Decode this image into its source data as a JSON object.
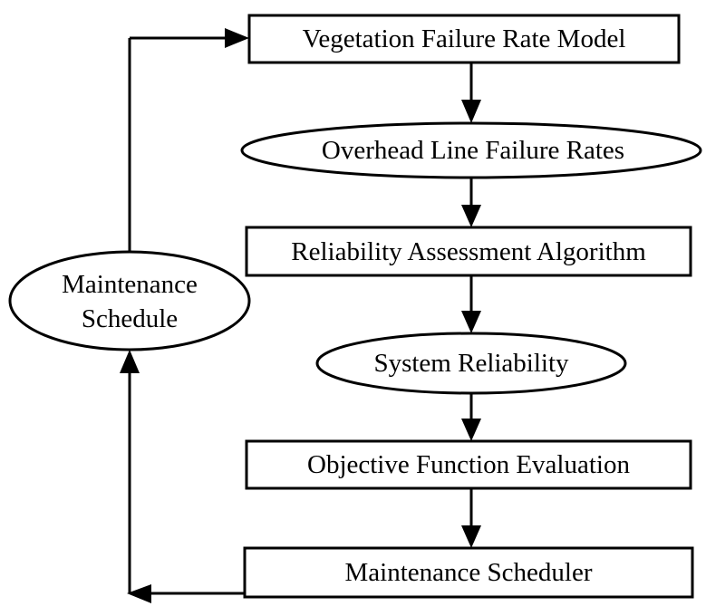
{
  "diagram": {
    "nodes": {
      "vegetation_model": "Vegetation Failure Rate Model",
      "overhead_rates": "Overhead Line Failure Rates",
      "reliability_algorithm": "Reliability Assessment Algorithm",
      "system_reliability": "System Reliability",
      "objective_evaluation": "Objective Function Evaluation",
      "maintenance_scheduler": "Maintenance Scheduler",
      "maintenance_schedule_line1": "Maintenance",
      "maintenance_schedule_line2": "Schedule"
    },
    "colors": {
      "stroke": "#000000",
      "fill": "#ffffff"
    }
  }
}
